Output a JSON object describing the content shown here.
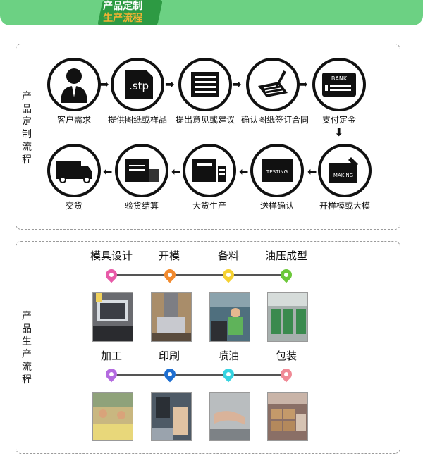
{
  "header": {
    "title_line1": "产品定制",
    "title_line2": "生产流程"
  },
  "custom": {
    "side_label": "产品定制流程",
    "steps_row1": [
      {
        "label": "客户需求",
        "icon": "person-icon"
      },
      {
        "label": "提供图纸或样品",
        "icon": "stp-file-icon",
        "icon_text": ".stp"
      },
      {
        "label": "提出意见或建议",
        "icon": "document-lines-icon"
      },
      {
        "label": "确认图纸签订合同",
        "icon": "sign-contract-icon"
      },
      {
        "label": "支付定金",
        "icon": "bank-card-icon",
        "icon_text": "BANK"
      }
    ],
    "steps_row2": [
      {
        "label": "交货",
        "icon": "truck-icon"
      },
      {
        "label": "验货结算",
        "icon": "box-inspect-icon"
      },
      {
        "label": "大货生产",
        "icon": "production-icon"
      },
      {
        "label": "送样确认",
        "icon": "sample-box-icon",
        "icon_text": "TESTING"
      },
      {
        "label": "开样模或大模",
        "icon": "mold-making-icon",
        "icon_text": "MAKING"
      }
    ]
  },
  "production": {
    "side_label": "产品生产流程",
    "row1": [
      {
        "label": "模具设计",
        "color": "#e85aa8"
      },
      {
        "label": "开模",
        "color": "#f28a2e"
      },
      {
        "label": "备料",
        "color": "#f5d131"
      },
      {
        "label": "油压成型",
        "color": "#6cc83a"
      }
    ],
    "row2": [
      {
        "label": "加工",
        "color": "#b46be0"
      },
      {
        "label": "印刷",
        "color": "#1f6fd1"
      },
      {
        "label": "喷油",
        "color": "#35d3e0"
      },
      {
        "label": "包装",
        "color": "#f08a96"
      }
    ]
  }
}
